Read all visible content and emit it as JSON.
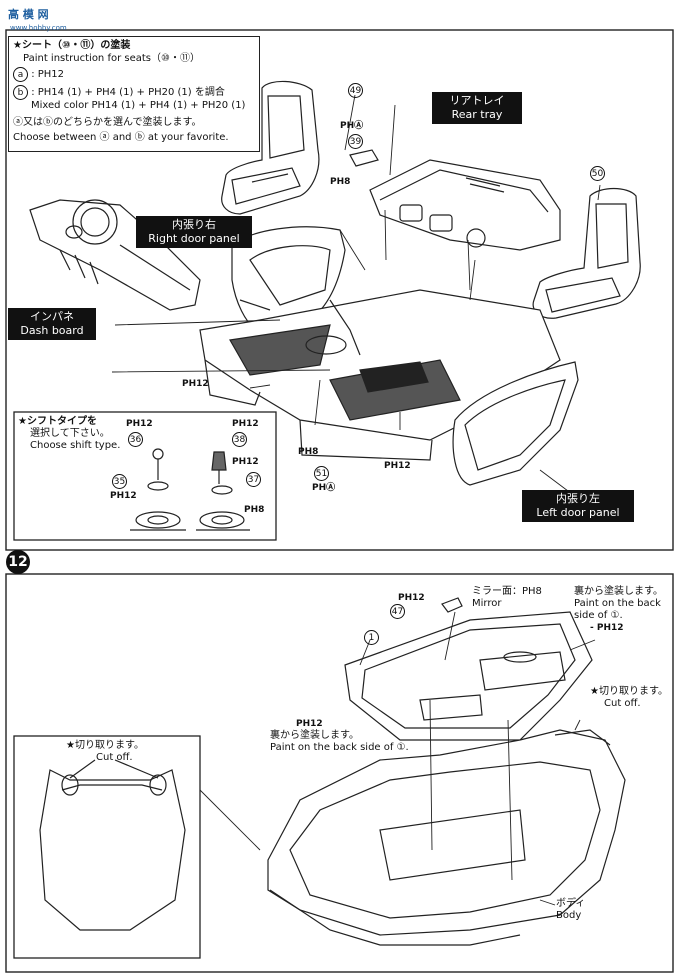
{
  "watermark": {
    "logo_text": "高 模 网",
    "url": "www.hobby.com"
  },
  "seat_box": {
    "title": "★シート（⑩・⑪）の塗装",
    "en": "Paint instruction for seats（⑩・⑪）",
    "a_line": ": PH12",
    "b_line_jp": ": PH14 (1) + PH4 (1) + PH20 (1) を調合",
    "b_line_en": "Mixed color PH14 (1) + PH4 (1) + PH20 (1)",
    "choose_jp": "ⓐ又はⓑのどちらかを選んで塗装します。",
    "choose_en": "Choose between ⓐ and ⓑ at your favorite."
  },
  "labels": {
    "rear_tray_jp": "リアトレイ",
    "rear_tray_en": "Rear tray",
    "right_door_jp": "内張り右",
    "right_door_en": "Right door panel",
    "dash_jp": "インパネ",
    "dash_en": "Dash board",
    "left_door_jp": "内張り左",
    "left_door_en": "Left door panel"
  },
  "parts": {
    "p49": "49",
    "p50": "50",
    "p39": "39",
    "p51": "51",
    "p36": "36",
    "p38": "38",
    "p35": "35",
    "p37": "37",
    "p47": "47",
    "p1": "1"
  },
  "paints": {
    "pha": "PHⒶ",
    "ph8": "PH8",
    "ph12": "PH12"
  },
  "shift_box": {
    "jp1": "★シフトタイプを",
    "jp2": "選択して下さい。",
    "en": "Choose shift type."
  },
  "step12": {
    "number": "12",
    "mirror_jp": "ミラー面：PH8",
    "mirror_en": "Mirror",
    "back_jp": "裏から塗装します。",
    "back_en1": "Paint on the back",
    "back_en2": "side of ①.",
    "back_ph": "- PH12",
    "center_ph": "PH12",
    "center_jp": "裏から塗装します。",
    "center_en": "Paint on the back side of ①.",
    "cutoff_jp": "★切り取ります。",
    "cutoff_en": "Cut off.",
    "cutoff2_jp": "★切り取ります。",
    "cutoff2_en": "Cut off.",
    "body_jp": "ボディ",
    "body_en": "Body"
  }
}
